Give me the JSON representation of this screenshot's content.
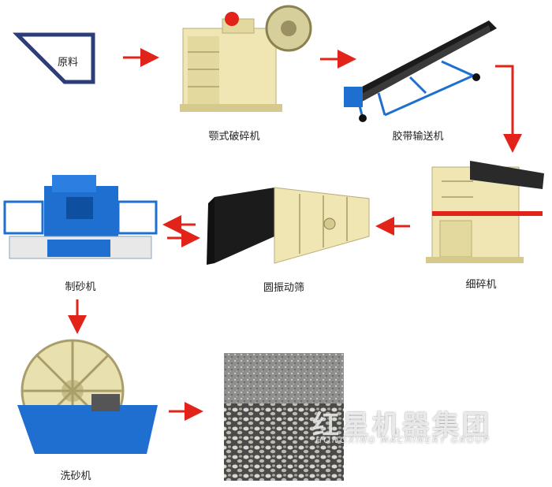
{
  "steps": {
    "raw": "原料",
    "jaw_crusher": "颚式破碎机",
    "belt_conveyor": "胶带输送机",
    "fine_crusher": "细碎机",
    "vibrating_screen": "圆振动筛",
    "sand_maker": "制砂机",
    "sand_washer": "洗砂机"
  },
  "watermark": {
    "cn": "红星机器集团",
    "en": "HONGXING MACHINERY GROUP"
  },
  "colors": {
    "arrow": "#e2231a",
    "machine_cream": "#efe6b4",
    "machine_blue": "#1f6fd1",
    "conveyor_black": "#1b1b1b"
  }
}
